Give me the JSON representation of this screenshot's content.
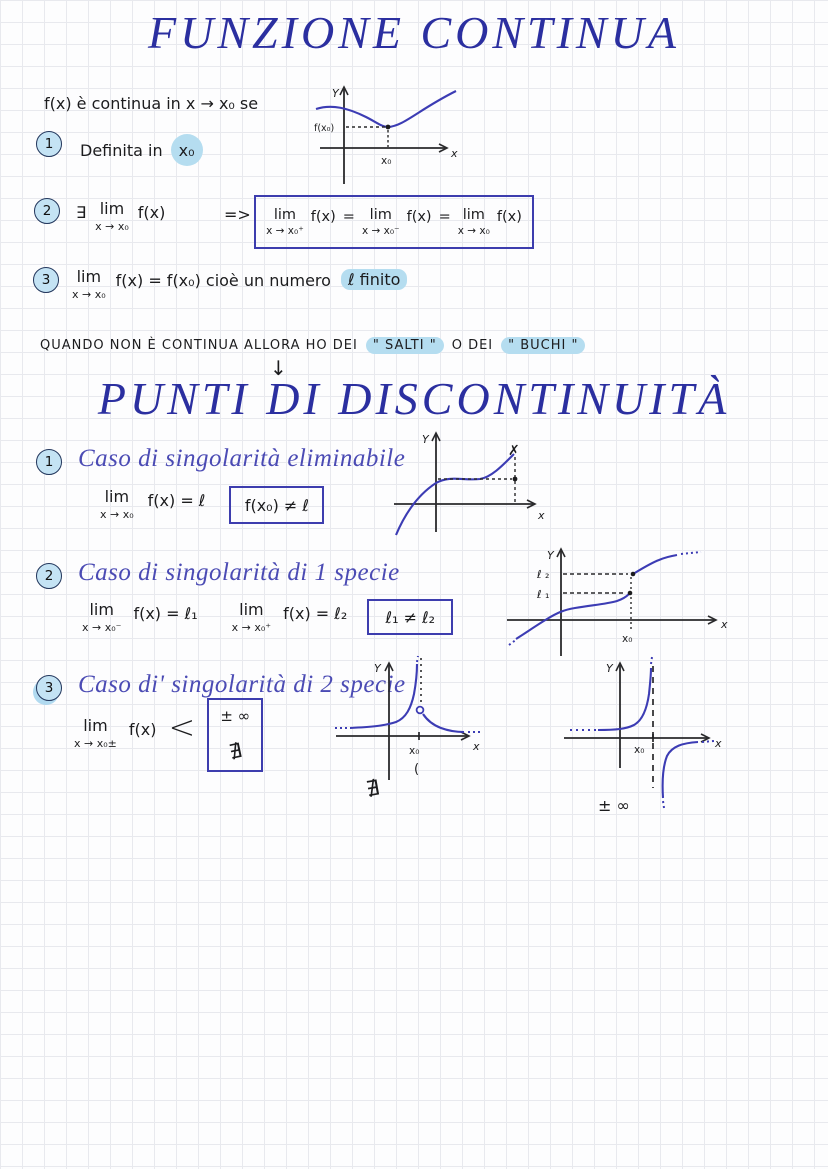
{
  "page": {
    "title1": "FUNZIONE CONTINUA",
    "title2": "PUNTI DI DISCONTINUITÀ",
    "arrow_down": "↓"
  },
  "colors": {
    "title_blue": "#2b2fa0",
    "heading_blue": "#4b4bb4",
    "highlight_blue": "#b5ddf0",
    "ink": "#1c1c1e",
    "curve_blue": "#3c3cb4",
    "box_blue": "#3d3dae"
  },
  "intro": {
    "line": "f(x)  è  continua  in  x → x₀   se",
    "p1": {
      "num": "1",
      "text": "Definita  in",
      "hl": "x₀"
    },
    "p2": {
      "num": "2",
      "exists": "∃",
      "lim": "lim",
      "sub": "x → x₀",
      "fx": "f(x)",
      "implies": "=>",
      "box": {
        "lim1": "lim",
        "sub1": "x → x₀⁺",
        "f1": "f(x)",
        "eq1": "=",
        "lim2": "lim",
        "sub2": "x → x₀⁻",
        "f2": "f(x)",
        "eq2": "=",
        "lim3": "lim",
        "sub3": "x → x₀",
        "f3": "f(x)"
      }
    },
    "p3": {
      "num": "3",
      "lim": "lim",
      "sub": "x → x₀",
      "body": "f(x)  =  f(x₀)   cioè un numero",
      "hl": "ℓ  finito"
    }
  },
  "note": {
    "part1": "QUANDO NON È CONTINUA ALLORA HO DEI",
    "hl1": "\" SALTI \"",
    "mid": "O DEI",
    "hl2": "\" BUCHI \""
  },
  "caso1": {
    "num": "1",
    "heading": "Caso di singolarità eliminabile",
    "lim": "lim",
    "sub": "x → x₀",
    "rhs": "f(x)  =  ℓ",
    "box": "f(x₀)  ≠  ℓ"
  },
  "caso2": {
    "num": "2",
    "heading": "Caso di singolarità di 1 specie",
    "lim1": "lim",
    "sub1": "x → x₀⁻",
    "rhs1": "f(x) = ℓ₁",
    "lim2": "lim",
    "sub2": "x → x₀⁺",
    "rhs2": "f(x) = ℓ₂",
    "box": "ℓ₁ ≠ ℓ₂"
  },
  "caso3": {
    "num": "3",
    "heading": "Caso di' singolarità di 2 specie",
    "lim": "lim",
    "sub": "x → x₀±",
    "rhs": "f(x)",
    "angle": "<",
    "box_top": "± ∞",
    "box_bottom": "∄"
  },
  "graph_intro": {
    "y_label": "Y",
    "x_label": "x",
    "x0_label": "x₀",
    "fx0_label": "f(x₀)"
  },
  "graph_caso1": {
    "y_label": "Y",
    "x_label": "x",
    "cross": "✗"
  },
  "graph_caso2": {
    "y_label": "Y",
    "x_label": "x",
    "x0_label": "x₀",
    "l2_label": "ℓ ₂",
    "l1_label": "ℓ ₁"
  },
  "graph_caso3a": {
    "y_label": "Y",
    "x_label": "x",
    "x0_label": "x₀",
    "tick": "(",
    "nexists": "∄"
  },
  "graph_caso3b": {
    "y_label": "Y",
    "x_label": "x",
    "x0_label": "x₀",
    "pm_inf": "± ∞"
  }
}
